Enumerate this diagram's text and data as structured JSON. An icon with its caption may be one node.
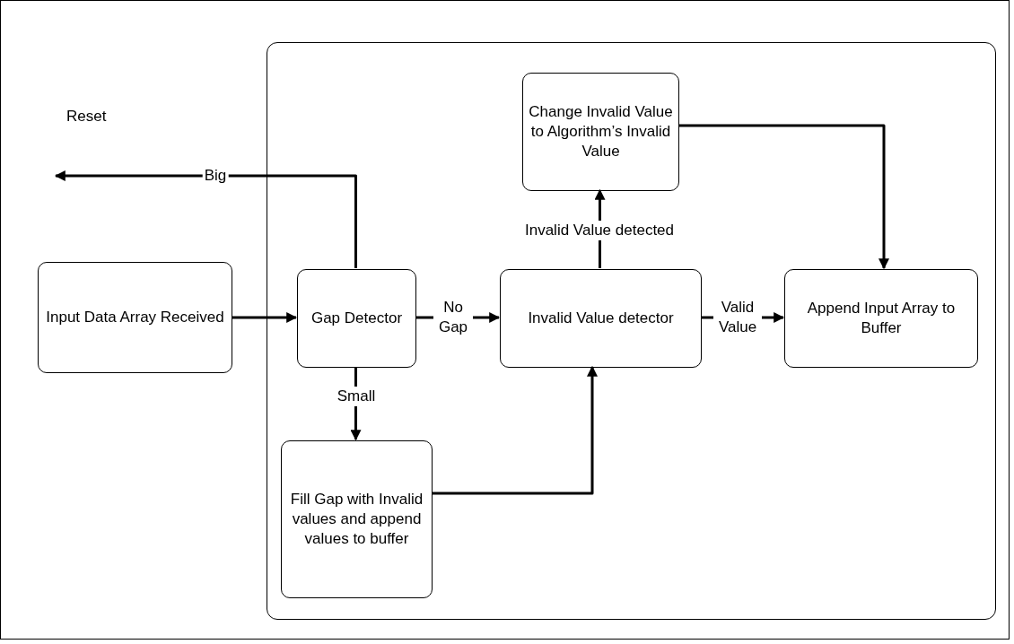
{
  "diagram": {
    "nodes": [
      {
        "text": [],
        "shape": "box"
      },
      {
        "text": [
          "Input Data Array Received"
        ]
      },
      {
        "text": [
          "Gap Detector"
        ],
        "in": 0
      },
      {
        "text": [
          "Invalid Value detector"
        ],
        "in": 0
      },
      {
        "text": [
          "Change Invalid Value to Algorithm’s Invalid Value"
        ],
        "in": 0
      },
      {
        "text": [
          "Append Input Array to Buffer"
        ],
        "in": 0
      },
      {
        "text": [
          "Fill Gap with Invalid values and append values to buffer"
        ],
        "in": 0
      },
      {
        "text": [
          "Reset"
        ]
      }
    ],
    "edges": [
      {
        "from": 1,
        "to": 2,
        "arrow": "to"
      },
      {
        "from": 2,
        "to": 7,
        "arrow": "to",
        "label": "Big"
      },
      {
        "from": 2,
        "to": 3,
        "arrow": "to",
        "label": "No Gap"
      },
      {
        "from": 3,
        "to": 4,
        "arrow": "to",
        "label": "Invalid Value detected"
      },
      {
        "from": 4,
        "to": 5,
        "arrow": "to"
      },
      {
        "from": 3,
        "to": 5,
        "arrow": "to",
        "label": "Valid Value"
      },
      {
        "from": 2,
        "to": 6,
        "arrow": "to",
        "label": "Small"
      },
      {
        "from": 6,
        "to": 3,
        "arrow": "to"
      }
    ]
  }
}
